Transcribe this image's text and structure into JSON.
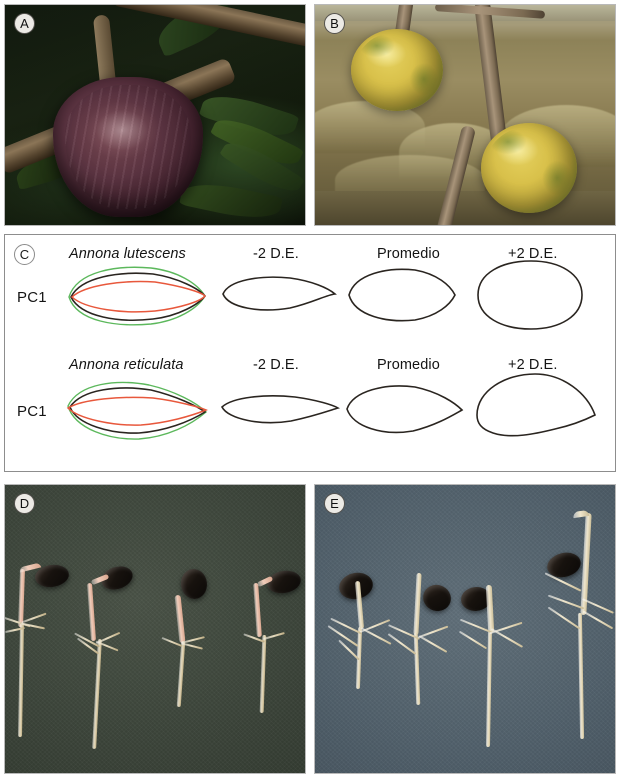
{
  "figure": {
    "panels": [
      {
        "id": "A",
        "label": "A",
        "kind": "photo",
        "caption_semantic": "Annona reticulata fruit on branch, dark purple"
      },
      {
        "id": "B",
        "label": "B",
        "kind": "photo",
        "caption_semantic": "Two Annona lutescens fruits on branch, yellow-green"
      },
      {
        "id": "C",
        "label": "C",
        "kind": "shape-analysis"
      },
      {
        "id": "D",
        "label": "D",
        "kind": "photo",
        "caption_semantic": "Four germinated seedlings on dark olive background"
      },
      {
        "id": "E",
        "label": "E",
        "kind": "photo",
        "caption_semantic": "Four germinated seedlings on slate blue-gray background"
      }
    ]
  },
  "panel_c": {
    "axis_label": "PC1",
    "column_headers": [
      "-2 D.E.",
      "Promedio",
      "+2 D.E."
    ],
    "rows": [
      {
        "species": "Annona lutescens",
        "pc_label": "PC1",
        "headers": [
          "-2 D.E.",
          "Promedio",
          "+2 D.E."
        ],
        "overlay_legend": [
          {
            "name": "minus-2-sd-outline",
            "color": "#e8583c"
          },
          {
            "name": "mean-outline",
            "color": "#1f1f1f"
          },
          {
            "name": "plus-2-sd-outline",
            "color": "#5cb85c"
          }
        ]
      },
      {
        "species": "Annona reticulata",
        "pc_label": "PC1",
        "headers": [
          "-2 D.E.",
          "Promedio",
          "+2 D.E."
        ],
        "overlay_legend": [
          {
            "name": "minus-2-sd-outline",
            "color": "#e8583c"
          },
          {
            "name": "mean-outline",
            "color": "#1f1f1f"
          },
          {
            "name": "plus-2-sd-outline",
            "color": "#5cb85c"
          }
        ]
      }
    ]
  },
  "chart_data": {
    "type": "line",
    "title": "PC1 shape variation outlines for Annona lutescens and Annona reticulata",
    "xlabel": "",
    "ylabel": "",
    "grid": false,
    "legend_position": "none",
    "series": [
      {
        "name": "lutescens-overlay-plus2-green",
        "color": "#5cb85c"
      },
      {
        "name": "lutescens-overlay-mean-black",
        "color": "#1f1f1f"
      },
      {
        "name": "lutescens-overlay-minus2-red",
        "color": "#e8583c"
      },
      {
        "name": "reticulata-overlay-plus2-green",
        "color": "#5cb85c"
      },
      {
        "name": "reticulata-overlay-mean-black",
        "color": "#1f1f1f"
      },
      {
        "name": "reticulata-overlay-minus2-red",
        "color": "#e8583c"
      }
    ],
    "categories": [
      "-2 D.E.",
      "Promedio",
      "+2 D.E."
    ],
    "annotations": [
      "PC1",
      "PC1",
      "Annona lutescens",
      "Annona reticulata"
    ]
  },
  "colors": {
    "outline_black": "#2a2520",
    "outline_green": "#5cb85c",
    "outline_red": "#e8583c",
    "panel_border": "#8d8d8d",
    "photo_border": "#b9b9b9",
    "text": "#141414"
  }
}
